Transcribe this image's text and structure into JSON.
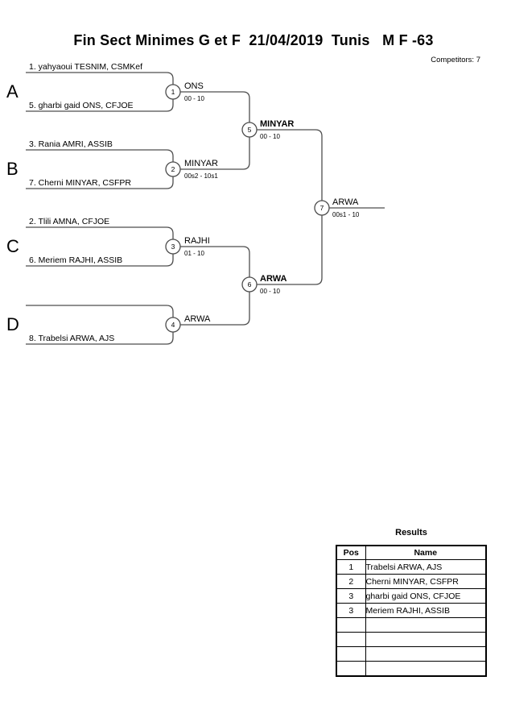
{
  "title": "Fin Sect Minimes G et F  21/04/2019  Tunis   M F -63",
  "competitors_label": "Competitors: 7",
  "colors": {
    "bracket_line": "#4d4d4d",
    "text": "#000000",
    "table_border": "#000000"
  },
  "bracket": {
    "sections": [
      {
        "letter": "A",
        "top_player": "1. yahyaoui TESNIM, CSMKef",
        "bottom_player": "5. gharbi gaid ONS, CFJOE"
      },
      {
        "letter": "B",
        "top_player": "3. Rania AMRI, ASSIB",
        "bottom_player": "7. Cherni MINYAR, CSFPR"
      },
      {
        "letter": "C",
        "top_player": "2. Tlili AMNA, CFJOE",
        "bottom_player": "6. Meriem RAJHI, ASSIB"
      },
      {
        "letter": "D",
        "top_player": "",
        "bottom_player": "8. Trabelsi ARWA, AJS"
      }
    ],
    "matches": [
      {
        "number": "1",
        "winner": "ONS",
        "score": "00 - 10"
      },
      {
        "number": "2",
        "winner": "MINYAR",
        "score": "00s2 - 10s1"
      },
      {
        "number": "3",
        "winner": "RAJHI",
        "score": "01 - 10"
      },
      {
        "number": "4",
        "winner": "ARWA",
        "score": ""
      },
      {
        "number": "5",
        "winner": "MINYAR",
        "score": "00 - 10"
      },
      {
        "number": "6",
        "winner": "ARWA",
        "score": "00 - 10"
      },
      {
        "number": "7",
        "winner": "ARWA",
        "score": "00s1 - 10"
      }
    ]
  },
  "results": {
    "heading": "Results",
    "columns": {
      "pos": "Pos",
      "name": "Name"
    },
    "rows": [
      {
        "pos": "1",
        "name": "Trabelsi ARWA, AJS"
      },
      {
        "pos": "2",
        "name": "Cherni MINYAR, CSFPR"
      },
      {
        "pos": "3",
        "name": "gharbi gaid ONS, CFJOE"
      },
      {
        "pos": "3",
        "name": "Meriem RAJHI, ASSIB"
      },
      {
        "pos": "",
        "name": ""
      },
      {
        "pos": "",
        "name": ""
      },
      {
        "pos": "",
        "name": ""
      },
      {
        "pos": "",
        "name": ""
      }
    ]
  }
}
